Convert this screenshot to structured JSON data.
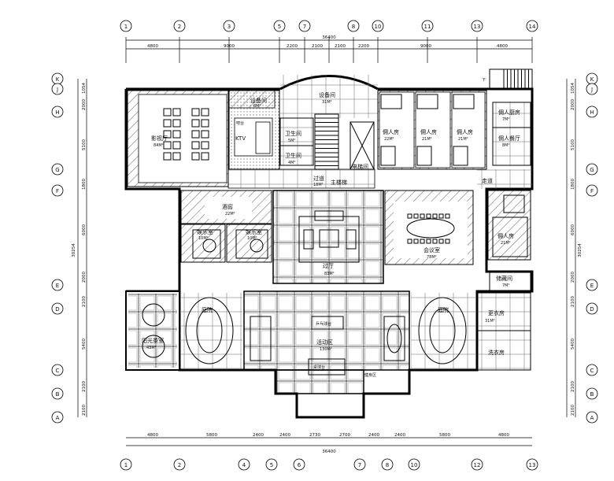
{
  "top_dims": [
    "4800",
    "9000",
    "2200",
    "2100",
    "2100",
    "2200",
    "9000",
    "4800"
  ],
  "top_total": "36400",
  "bottom_dims": [
    "4800",
    "5800",
    "2400",
    "2400",
    "2730",
    "2700",
    "2400",
    "2400",
    "5800",
    "4800"
  ],
  "bottom_total": "36400",
  "left_dims": [
    "1054",
    "2000",
    "5100",
    "1800",
    "6000",
    "2000",
    "2100",
    "5400",
    "2100",
    "2100"
  ],
  "right_dims": [
    "1054",
    "2000",
    "5100",
    "1800",
    "6000",
    "2000",
    "2100",
    "5400",
    "2100",
    "2100"
  ],
  "side_total": "30254",
  "row_axes": [
    "K",
    "J",
    "H",
    "G",
    "F",
    "E",
    "D",
    "C",
    "B",
    "A"
  ],
  "top_axes": [
    "1",
    "2",
    "3",
    "5",
    "7",
    "8",
    "10",
    "11",
    "13",
    "14"
  ],
  "bottom_axes": [
    "1",
    "2",
    "4",
    "5",
    "6",
    "7",
    "8",
    "10",
    "12",
    "13"
  ],
  "rooms": [
    {
      "name": "设备间",
      "area": "31M²"
    },
    {
      "name": "影视厅",
      "area": "84M²"
    },
    {
      "name": "KTV",
      "area": ""
    },
    {
      "name": "设备间",
      "area": "8M²"
    },
    {
      "name": "吧台",
      "area": ""
    },
    {
      "name": "卫生间",
      "area": "5M²"
    },
    {
      "name": "卫生间",
      "area": "4M²"
    },
    {
      "name": "电梯间",
      "area": ""
    },
    {
      "name": "过道",
      "area": "18M²"
    },
    {
      "name": "主楼梯",
      "area": ""
    },
    {
      "name": "佣人房",
      "area": "22M²"
    },
    {
      "name": "佣人房",
      "area": "21M²"
    },
    {
      "name": "佣人房",
      "area": "21M²"
    },
    {
      "name": "佣人厨房",
      "area": "7M²"
    },
    {
      "name": "佣人餐厅",
      "area": "8M²"
    },
    {
      "name": "走道",
      "area": ""
    },
    {
      "name": "酒窖",
      "area": "22M²"
    },
    {
      "name": "娱乐室",
      "area": "10M²"
    },
    {
      "name": "娱乐室",
      "area": "10M²"
    },
    {
      "name": "过厅",
      "area": "83M²"
    },
    {
      "name": "会议室",
      "area": "78M²"
    },
    {
      "name": "佣人房",
      "area": "21M²"
    },
    {
      "name": "储藏间",
      "area": "7M²"
    },
    {
      "name": "阳光茶室",
      "area": "43M²"
    },
    {
      "name": "庭院",
      "area": ""
    },
    {
      "name": "乒乓球台",
      "area": ""
    },
    {
      "name": "活动区",
      "area": "130M²"
    },
    {
      "name": "桌球台",
      "area": ""
    },
    {
      "name": "庭院",
      "area": ""
    },
    {
      "name": "更衣房",
      "area": "31M²"
    },
    {
      "name": "洗衣房",
      "area": ""
    },
    {
      "name": "健身区",
      "area": ""
    }
  ],
  "stair_down": "下"
}
